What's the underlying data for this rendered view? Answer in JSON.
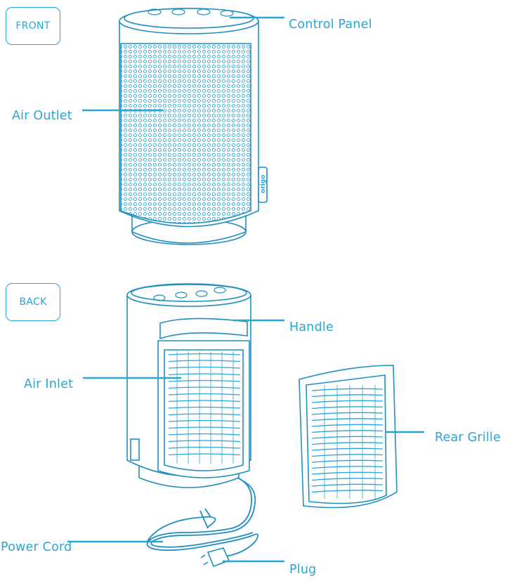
{
  "view_tags": {
    "front": "FRONT",
    "back": "BACK"
  },
  "labels": {
    "control_panel": "Control Panel",
    "air_outlet": "Air Outlet",
    "handle": "Handle",
    "air_inlet": "Air Inlet",
    "rear_grille": "Rear Grille",
    "power_cord": "Power Cord",
    "plug": "Plug"
  },
  "brand": "origo",
  "colors": {
    "accent": "#2aa6d6",
    "outline": "#1f8fc0",
    "fill": "#ffffff"
  }
}
